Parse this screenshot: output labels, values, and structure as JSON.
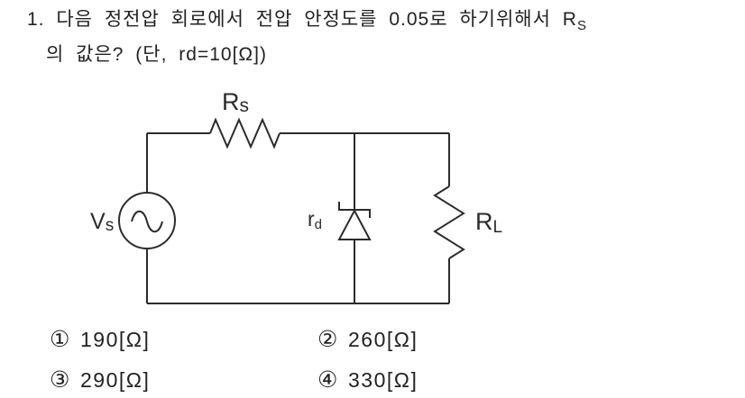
{
  "question": {
    "line1": "1. 다음 정전압 회로에서 전압 안정도를 0.05로 하기위해서 R",
    "line1_subscript": "S",
    "line2": "의 값은? (단, rd=10[Ω])"
  },
  "circuit": {
    "source_label_main": "V",
    "source_label_sub": "s",
    "series_resistor_label_main": "R",
    "series_resistor_label_sub": "s",
    "diode_label_main": "r",
    "diode_label_sub": "d",
    "load_resistor_label_main": "R",
    "load_resistor_label_sub": "L"
  },
  "options": [
    {
      "marker": "①",
      "value": "190[Ω]"
    },
    {
      "marker": "②",
      "value": "260[Ω]"
    },
    {
      "marker": "③",
      "value": "290[Ω]"
    },
    {
      "marker": "④",
      "value": "330[Ω]"
    }
  ],
  "colors": {
    "ink": "#222222",
    "circuit_stroke": "#2b2b2b",
    "paper": "#ffffff"
  }
}
